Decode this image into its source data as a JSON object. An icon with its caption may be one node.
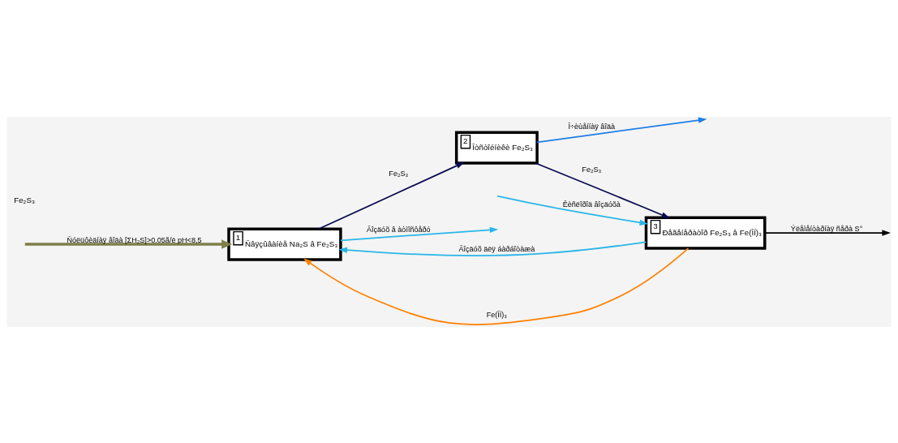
{
  "diagram": {
    "nodes": [
      {
        "text": [
          "1",
          "Ñâÿçûâàíèå Na₂S â Fe₂S₃"
        ]
      },
      {
        "text": [
          "2",
          "Îòñòîéíèêè Fe₂S₃"
        ]
      },
      {
        "text": [
          "3",
          "Ðåãåíåðàòîð Fe₂S₃ â Fe(ÎÍ)₃"
        ]
      }
    ],
    "edges": [
      {
        "from": null,
        "to": 0,
        "arrow": "to",
        "label": "Ñóëüôèäíàÿ âîäà [ΣH₂S]>0.05ã/ë pH<8,5",
        "style": "thick",
        "color": "#7f7f4a"
      },
      {
        "from": 0,
        "to": null,
        "arrow": "to",
        "label": "Âîçäóõ â àòìîñôåðó",
        "color": "#29b6e8"
      },
      {
        "from": 0,
        "to": 1,
        "arrow": "to",
        "label": "Fe₂S₃",
        "color": "#0a0a50"
      },
      {
        "from": 1,
        "to": null,
        "arrow": "to",
        "label": "Î÷èùåííàÿ âîäà",
        "color": "#1e7ee6"
      },
      {
        "from": 1,
        "to": 2,
        "arrow": "to",
        "label": "Fe₂S₃",
        "color": "#0a0a50"
      },
      {
        "from": 2,
        "to": 0,
        "arrow": "to",
        "label": "Fe(ÎÍ)₃",
        "color": "#ff8000"
      },
      {
        "from": 2,
        "to": 0,
        "arrow": "to",
        "label": "Âîçäóõ äëÿ áàðáîòàæà",
        "color": "#29b6e8"
      },
      {
        "from": null,
        "to": 2,
        "arrow": "to",
        "label": "Êèñëîðîä âîçäóõà",
        "color": "#29b6e8"
      },
      {
        "from": 2,
        "to": null,
        "arrow": "to",
        "label": "Ýëåìåíòàðíàÿ ñåðà S°",
        "color": "#000000"
      }
    ],
    "labels": [
      "Fe₂S₃"
    ]
  }
}
